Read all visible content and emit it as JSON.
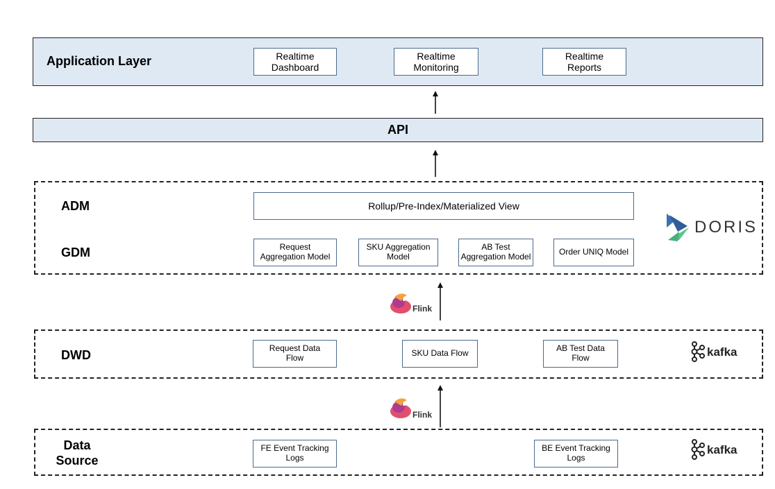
{
  "application_layer": {
    "label": "Application Layer",
    "boxes": [
      {
        "line1": "Realtime",
        "line2": "Dashboard"
      },
      {
        "line1": "Realtime",
        "line2": "Monitoring"
      },
      {
        "line1": "Realtime",
        "line2": "Reports"
      }
    ]
  },
  "api_layer": {
    "label": "API"
  },
  "doris_layer": {
    "adm_label": "ADM",
    "gdm_label": "GDM",
    "rollup_box": "Rollup/Pre-Index/Materialized View",
    "models": [
      {
        "line1": "Request",
        "line2": "Aggregation Model"
      },
      {
        "line1": "SKU Aggregation",
        "line2": "Model"
      },
      {
        "line1": "AB Test",
        "line2": "Aggregation Model"
      },
      {
        "line1": "Order UNIQ Model",
        "line2": ""
      }
    ],
    "logo_text": "DORIS"
  },
  "flink": {
    "logo_text": "Flink"
  },
  "dwd_layer": {
    "label": "DWD",
    "flows": [
      {
        "line1": "Request Data",
        "line2": "Flow"
      },
      {
        "line1": "SKU Data Flow",
        "line2": ""
      },
      {
        "line1": "AB Test Data",
        "line2": "Flow"
      }
    ],
    "logo_text": "kafka"
  },
  "source_layer": {
    "label_line1": "Data",
    "label_line2": "Source",
    "logs": [
      {
        "line1": "FE Event Tracking",
        "line2": "Logs"
      },
      {
        "line1": "BE Event Tracking",
        "line2": "Logs"
      }
    ],
    "logo_text": "kafka"
  },
  "icons": [
    "up-arrow-icon",
    "flink-logo-icon",
    "doris-logo-icon",
    "kafka-logo-icon"
  ],
  "colors": {
    "layer_fill": "#dfe9f4",
    "box_border": "#4a6a8a",
    "doris_blue": "#3a6fb0",
    "doris_green": "#5cc48e"
  }
}
